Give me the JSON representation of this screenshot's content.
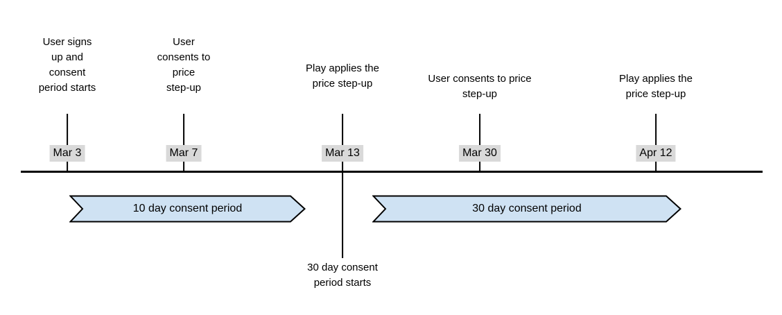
{
  "diagram": {
    "type": "timeline",
    "colors": {
      "background": "#ffffff",
      "line": "#000000",
      "text": "#000000",
      "date_badge_bg": "#d9d9d9",
      "period_arrow_fill": "#cfe2f3",
      "period_arrow_border": "#000000"
    },
    "events": [
      {
        "date": "Mar 3",
        "label": "User signs\nup and\nconsent\nperiod starts"
      },
      {
        "date": "Mar 7",
        "label": "User\nconsents to\nprice\nstep-up"
      },
      {
        "date": "Mar 13",
        "label": "Play applies the\nprice step-up",
        "below_label": "30 day consent\nperiod starts"
      },
      {
        "date": "Mar 30",
        "label": "User consents to price\nstep-up"
      },
      {
        "date": "Apr 12",
        "label": "Play applies the\nprice step-up"
      }
    ],
    "periods": [
      {
        "label": "10 day consent period"
      },
      {
        "label": "30 day consent period"
      }
    ]
  }
}
